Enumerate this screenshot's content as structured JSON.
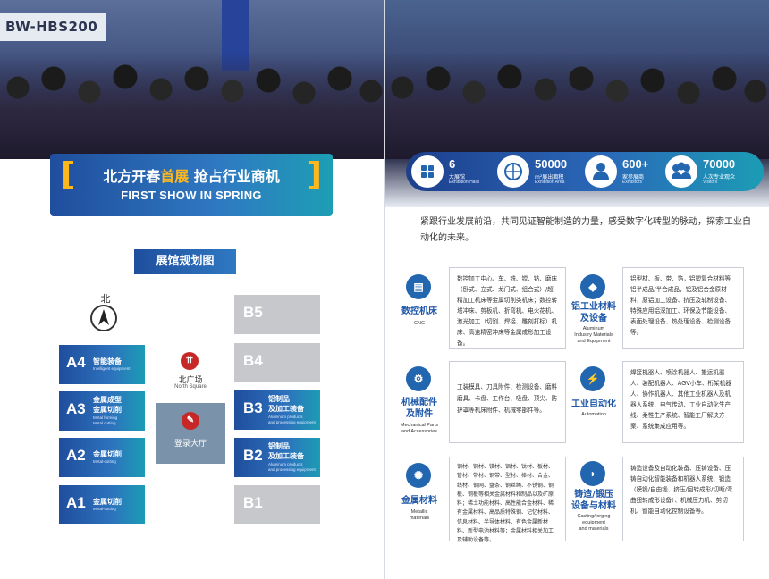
{
  "photo_left": {
    "sign": "BW-HBS200"
  },
  "banner": {
    "title_part1": "北方开春",
    "title_highlight": "首展",
    "title_part2": " 抢占行业商机",
    "subtitle": "FIRST SHOW IN SPRING",
    "bracket_left": "[",
    "bracket_right": "]"
  },
  "stats": [
    {
      "number": "6",
      "label_cn": "大展馆",
      "label_en": "Exhibition Halls",
      "icon": "halls-icon"
    },
    {
      "number": "50000",
      "label_cn": "m²展出面积",
      "label_en": "Exhibition Area",
      "icon": "area-icon"
    },
    {
      "number": "600+",
      "label_cn": "家参展商",
      "label_en": "Exhibitors",
      "icon": "exhibitor-icon"
    },
    {
      "number": "70000",
      "label_cn": "人次专业观众",
      "label_en": "Visitors",
      "icon": "visitors-icon"
    }
  ],
  "intro": "紧跟行业发展前沿，共同见证智能制造的力量，感受数字化转型的脉动，探索工业自动化的未来。",
  "floorplan": {
    "title": "展馆规划图",
    "north": "北",
    "square_cn": "北广场",
    "square_en": "North Square",
    "lobby": "登录大厅",
    "halls_left": [
      {
        "code": "A4",
        "cn": [
          "智能装备"
        ],
        "en": [
          "Intelligent equipment"
        ]
      },
      {
        "code": "A3",
        "cn": [
          "金属成型",
          "金属切削"
        ],
        "en": [
          "Metal forming",
          "Metal cutting"
        ]
      },
      {
        "code": "A2",
        "cn": [
          "金属切削"
        ],
        "en": [
          "Metal-cutting"
        ]
      },
      {
        "code": "A1",
        "cn": [
          "金属切削"
        ],
        "en": [
          "Metal-cutting"
        ]
      }
    ],
    "halls_right": [
      {
        "code": "B5",
        "cn": [],
        "en": []
      },
      {
        "code": "B4",
        "cn": [],
        "en": []
      },
      {
        "code": "B3",
        "cn": [
          "铝制品",
          "及加工装备"
        ],
        "en": [
          "Aluminum products",
          "and processing equipment"
        ]
      },
      {
        "code": "B2",
        "cn": [
          "铝制品",
          "及加工装备"
        ],
        "en": [
          "Aluminum products",
          "and processing equipment"
        ]
      },
      {
        "code": "B1",
        "cn": [],
        "en": []
      }
    ]
  },
  "categories": [
    {
      "cn": [
        "数控机床"
      ],
      "en": [
        "CNC"
      ],
      "icon": "cnc-machine-icon",
      "desc": "数控加工中心、车、铣、镗、钻、磨床（卧式、立式、龙门式、组合式）/超精加工机床等金属切削类机床；数控转塔冲床、剪板机、折弯机、电火花机、激光加工（切割、焊接、雕刻打标）机床、高速精密冲床等金属成形加工设备。"
    },
    {
      "cn": [
        "铝工业材料",
        "及设备"
      ],
      "en": [
        "Aluminum",
        "Industry Materials",
        "and Equipment"
      ],
      "icon": "aluminum-icon",
      "desc": "铝型材、板、带、箔，铝塑复合材料等铝半成品/半合成品，铝及铝合金原材料，原铝加工设备、挤压及轧制设备、特殊应用铝深加工、环保及节能设备、表面处理设备、热处理设备、检测设备等。"
    },
    {
      "cn": [
        "机械配件",
        "及附件"
      ],
      "en": [
        "Mechanical Parts",
        "and Accessories"
      ],
      "icon": "mechanical-parts-icon",
      "desc": "工装模具、刀具附件、检测设备、磨料磨具、卡盘、工作台、吸盘、顶尖、防护罩等机床附件、机械零部件等。"
    },
    {
      "cn": [
        "工业自动化"
      ],
      "en": [
        "Automation"
      ],
      "icon": "automation-icon",
      "desc": "焊接机器人、喷涂机器人、搬运机器人、装配机器人、AGV小车、桁架机器人、协作机器人、其他工业机器人及机器人系统、电气传动、工业自动化生产线、柔性生产系统、智能工厂解决方案、系统集成应用等。"
    },
    {
      "cn": [
        "金属材料"
      ],
      "en": [
        "Metallic",
        "materials"
      ],
      "icon": "metal-materials-icon",
      "desc": "钢材、铜材、镁材、铝材、钛材、板材、管材、带材、钢带、型材、棒材、合金、线材、钢网、盘条、钢丝绳、不锈钢、钢板、钢板等相关金属材料和制品以及矿原料；稀土功能材料、高性能合金材料、稀有金属材料、高品质特殊钢、记忆材料、信息材料、半导体材料、有色金属新材料、新型电池材料等；金属材料相关加工及辅助设备等。"
    },
    {
      "cn": [
        "铸造/锻压",
        "设备与材料"
      ],
      "en": [
        "Casting/forging",
        "equipment",
        "and materials"
      ],
      "icon": "casting-icon",
      "desc": "铸造设备及自动化装备、压铸设备、压铸自动化智能装备和机器人系统、锻造（模锻/自由锻、挤压/回转成形/切断/弯曲扭转成形设备）、机械压力机、剪切机、智能自动化控制设备等。"
    }
  ],
  "colors": {
    "primary": "#1f4e9d",
    "accent": "#ffb81c",
    "teal": "#1c9cb5",
    "grey_hall": "#c6c8cc",
    "lobby": "#7a93ab",
    "marker_red": "#c62828"
  }
}
